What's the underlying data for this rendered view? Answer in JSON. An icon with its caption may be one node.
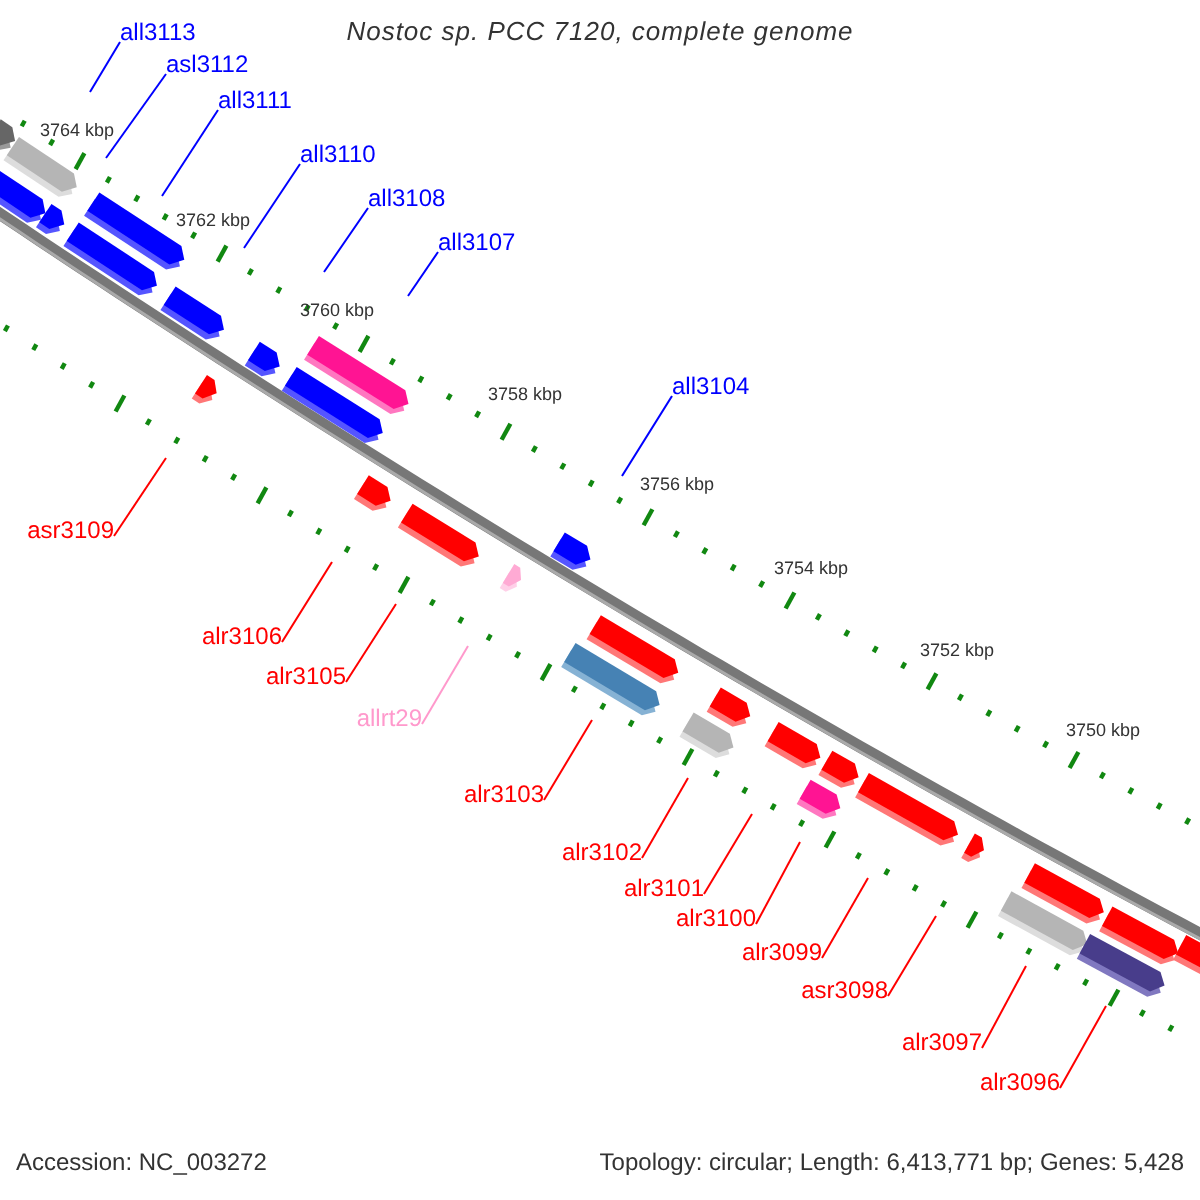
{
  "diagram": {
    "title": "Nostoc sp. PCC 7120, complete genome",
    "nodes": [
      {
        "text": [
          "all3113"
        ]
      },
      {
        "text": [
          "asl3112"
        ]
      },
      {
        "text": [
          "all3111"
        ]
      },
      {
        "text": [
          "all3110"
        ]
      },
      {
        "text": [
          "all3108"
        ]
      },
      {
        "text": [
          "all3107"
        ]
      },
      {
        "text": [
          "all3104"
        ]
      },
      {
        "text": [
          "asr3109"
        ]
      },
      {
        "text": [
          "alr3106"
        ]
      },
      {
        "text": [
          "alr3105"
        ]
      },
      {
        "text": [
          "allrt29"
        ]
      },
      {
        "text": [
          "alr3103"
        ]
      },
      {
        "text": [
          "alr3102"
        ]
      },
      {
        "text": [
          "alr3101"
        ]
      },
      {
        "text": [
          "alr3100"
        ]
      },
      {
        "text": [
          "alr3099"
        ]
      },
      {
        "text": [
          "asr3098"
        ]
      },
      {
        "text": [
          "alr3097"
        ]
      },
      {
        "text": [
          "alr3096"
        ]
      }
    ],
    "edges": [
      {
        "from": 0,
        "to": null,
        "arrow": "none",
        "color": "#0000ff"
      },
      {
        "from": 1,
        "to": null,
        "arrow": "none",
        "color": "#0000ff"
      },
      {
        "from": 2,
        "to": null,
        "arrow": "none",
        "color": "#0000ff"
      },
      {
        "from": 3,
        "to": null,
        "arrow": "none",
        "color": "#0000ff"
      },
      {
        "from": 4,
        "to": null,
        "arrow": "none",
        "color": "#0000ff"
      },
      {
        "from": 5,
        "to": null,
        "arrow": "none",
        "color": "#0000ff"
      },
      {
        "from": 6,
        "to": null,
        "arrow": "none",
        "color": "#0000ff"
      },
      {
        "from": 7,
        "to": null,
        "arrow": "none"
      },
      {
        "from": 8,
        "to": null,
        "arrow": "none"
      },
      {
        "from": 9,
        "to": null,
        "arrow": "none"
      },
      {
        "from": 10,
        "to": null,
        "arrow": "none",
        "color": "#ff99cc"
      },
      {
        "from": 11,
        "to": null,
        "arrow": "none"
      },
      {
        "from": 12,
        "to": null,
        "arrow": "none"
      },
      {
        "from": 13,
        "to": null,
        "arrow": "none"
      },
      {
        "from": 14,
        "to": null,
        "arrow": "none"
      },
      {
        "from": 15,
        "to": null,
        "arrow": "none"
      },
      {
        "from": 16,
        "to": null,
        "arrow": "none"
      },
      {
        "from": 17,
        "to": null,
        "arrow": "none"
      },
      {
        "from": 18,
        "to": null,
        "arrow": "none"
      }
    ],
    "labels": [
      "3764 kbp",
      "3762 kbp",
      "3760 kbp",
      "3758 kbp",
      "3756 kbp",
      "3754 kbp",
      "3752 kbp",
      "3750 kbp",
      "Accession: NC_003272",
      "Topology: circular; Length: 6,413,771 bp; Genes: 5,428"
    ]
  }
}
